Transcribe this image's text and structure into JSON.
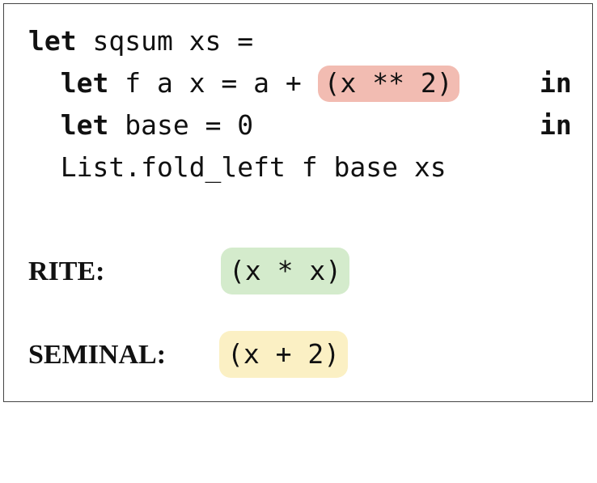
{
  "code": {
    "line1": {
      "kw": "let",
      "rest": " sqsum xs ="
    },
    "line2": {
      "indent": "  ",
      "kw": "let",
      "mid": " f a x = a + ",
      "highlight": "(x ** 2)",
      "end_kw": "in"
    },
    "line3": {
      "indent": "  ",
      "kw": "let",
      "mid": " base = 0",
      "end_kw": "in"
    },
    "line4": {
      "indent": "  ",
      "rest": "List.fold_left f base xs"
    }
  },
  "fixes": [
    {
      "label": "RITE:",
      "expr": "(x * x)",
      "color": "#d4ebcc"
    },
    {
      "label": "SEMINAL:",
      "expr": "(x + 2)",
      "color": "#fbf0c4"
    }
  ],
  "colors": {
    "error_highlight": "#f2bcb2",
    "border": "#444444"
  }
}
